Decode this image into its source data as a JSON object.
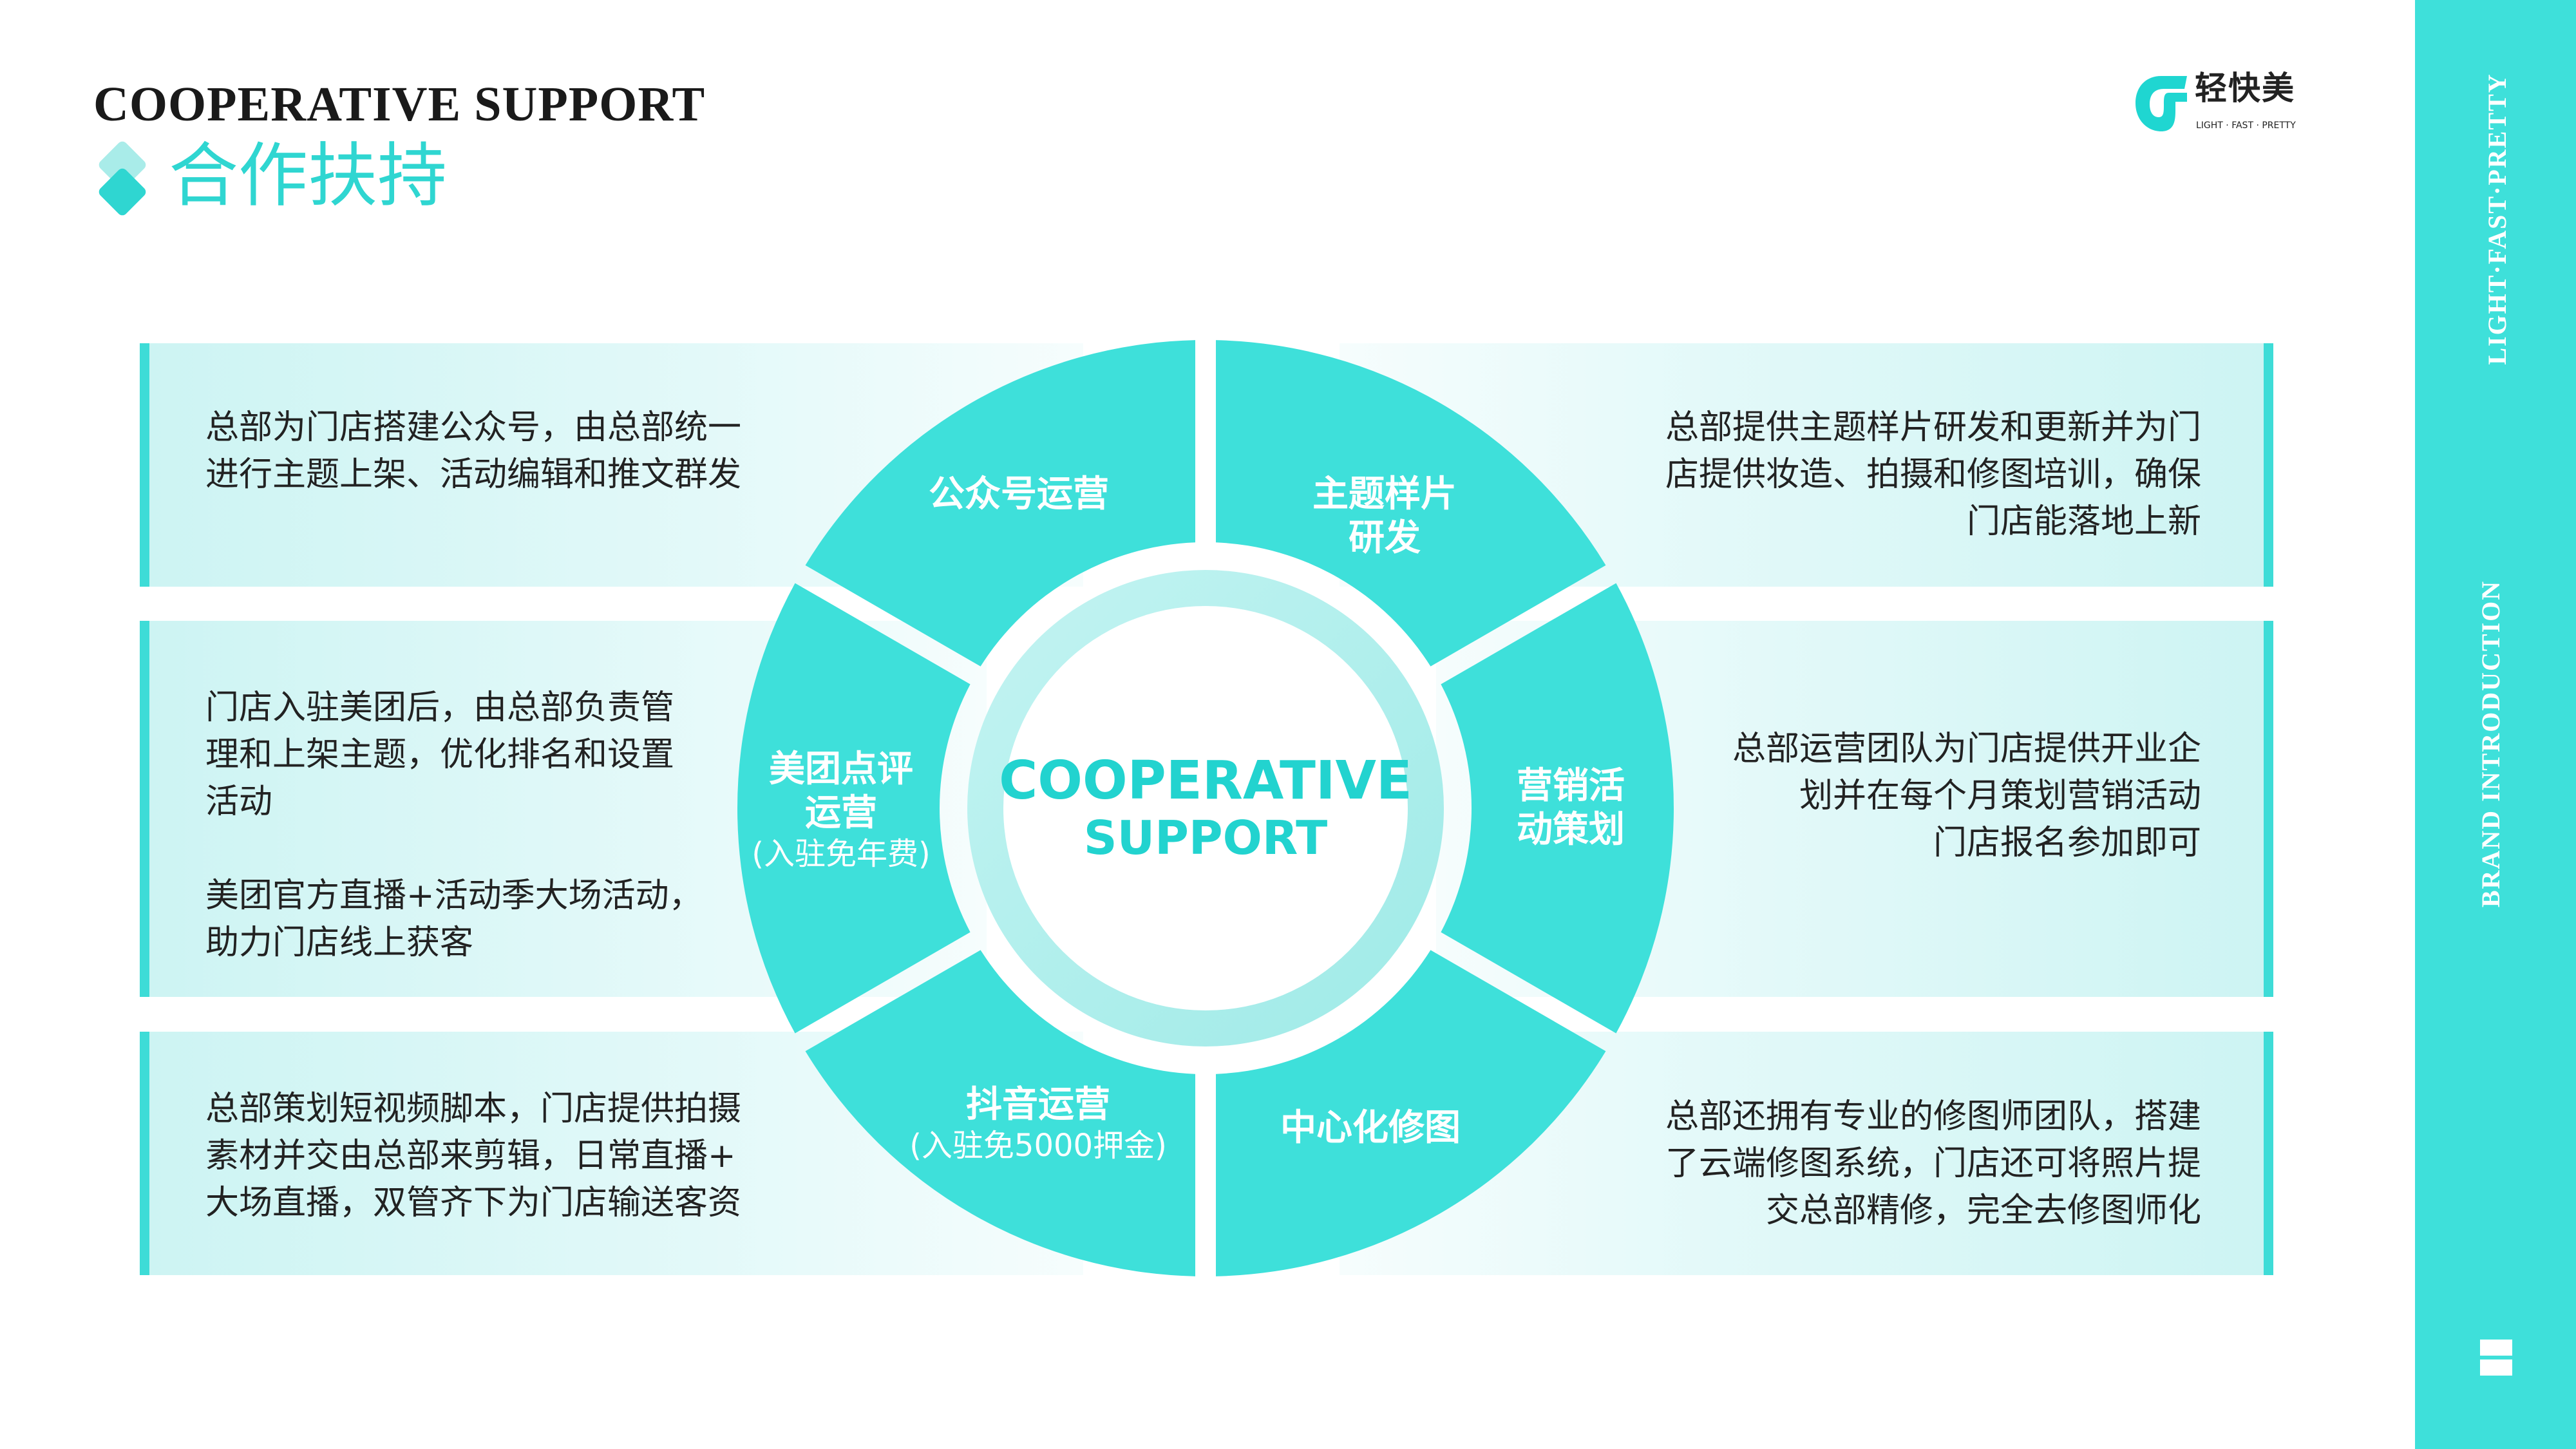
{
  "header": {
    "title_en": "COOPERATIVE SUPPORT",
    "title_cn": "合作扶持"
  },
  "logo": {
    "name_cn": "轻快美",
    "tagline": "LIGHT · FAST · PRETTY"
  },
  "sidebar": {
    "slogan": "LIGHT·FAST·PRETTY",
    "section": "BRAND INTRODUCTION",
    "menu_icon": "menu-bars-icon"
  },
  "center": {
    "line1": "COOPERATIVE",
    "line2": "SUPPORT"
  },
  "segments": [
    {
      "id": "wechat",
      "lines": [
        "公众号运营"
      ],
      "sub": ""
    },
    {
      "id": "theme",
      "lines": [
        "主题样片",
        "研发"
      ],
      "sub": ""
    },
    {
      "id": "meituan",
      "lines": [
        "美团点评",
        "运营"
      ],
      "sub": "(入驻免年费)"
    },
    {
      "id": "marketing",
      "lines": [
        "营销活",
        "动策划"
      ],
      "sub": ""
    },
    {
      "id": "douyin",
      "lines": [
        "抖音运营"
      ],
      "sub": "(入驻免5000押金)"
    },
    {
      "id": "retouch",
      "lines": [
        "中心化修图"
      ],
      "sub": ""
    }
  ],
  "descriptions": {
    "wechat": [
      "总部为门店搭建公众号，由总部统一",
      "进行主题上架、活动编辑和推文群发"
    ],
    "theme": [
      "总部提供主题样片研发和更新并为门",
      "店提供妆造、拍摄和修图培训，确保",
      "门店能落地上新"
    ],
    "meituan": [
      "门店入驻美团后，由总部负责管",
      "理和上架主题，优化排名和设置",
      "活动",
      "",
      "美团官方直播+活动季大场活动，",
      "助力门店线上获客"
    ],
    "marketing": [
      "总部运营团队为门店提供开业企",
      "划并在每个月策划营销活动",
      "门店报名参加即可"
    ],
    "douyin": [
      "总部策划短视频脚本，门店提供拍摄",
      "素材并交由总部来剪辑，日常直播+",
      "大场直播，双管齐下为门店输送客资"
    ],
    "retouch": [
      "总部还拥有专业的修图师团队，搭建",
      "了云端修图系统，门店还可将照片提",
      "交总部精修，完全去修图师化"
    ]
  },
  "colors": {
    "accent": "#3ee0da",
    "accent_text": "#22d3cf",
    "panel": "#cdf4f3"
  }
}
